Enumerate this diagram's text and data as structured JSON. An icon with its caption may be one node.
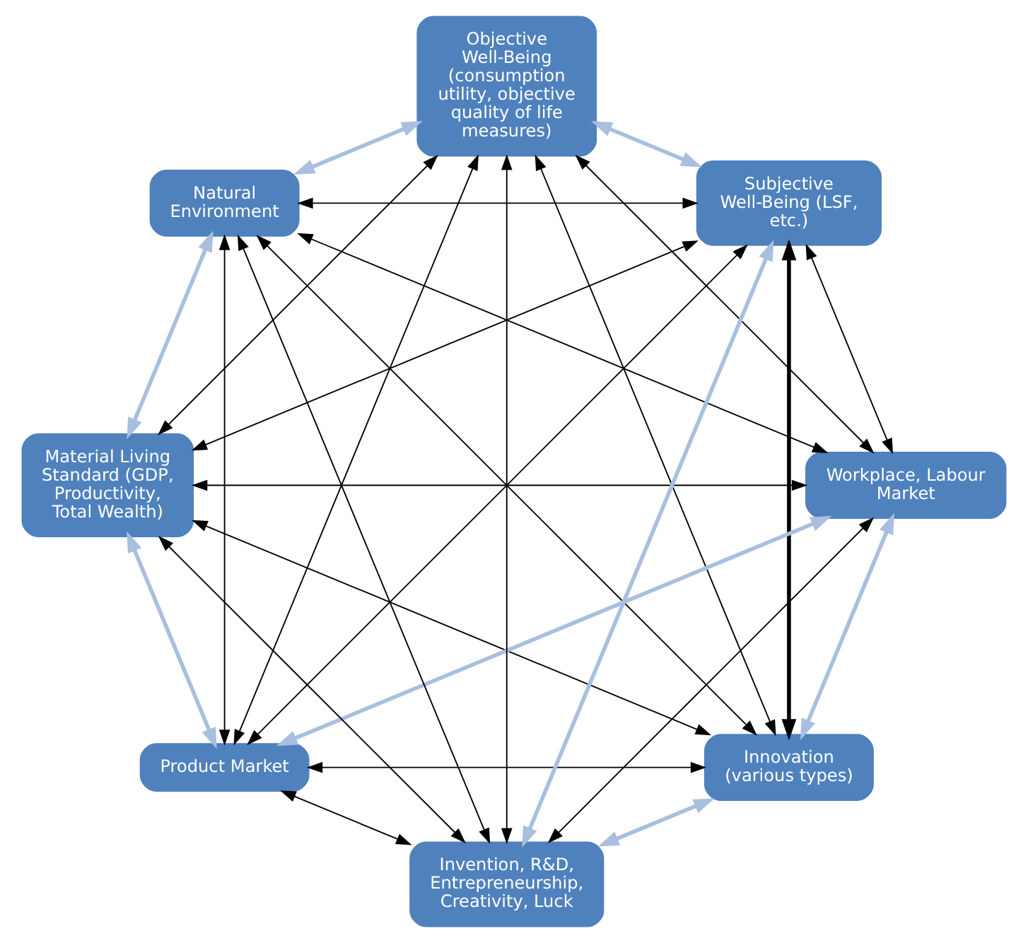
{
  "diagram": {
    "nodes": [
      {
        "text": [
          "Innovation",
          "(various types)"
        ]
      },
      {
        "text": [
          "Invention, R&D, Entrepreneurship, Creativity, Luck"
        ]
      },
      {
        "text": [
          "Workplace, Labour Market"
        ]
      },
      {
        "text": [
          "Subjective Well-Being (LSF,  etc.)"
        ]
      },
      {
        "text": [
          "Product Market"
        ]
      },
      {
        "text": [
          "Objective  Well-Being  (consumption utility, objective quality of life measures)"
        ]
      },
      {
        "text": [
          "Material Living Standard (GDP, Productivity, Total Wealth)"
        ]
      },
      {
        "text": [
          "Natural Environment"
        ]
      }
    ],
    "edges": [
      {
        "from": 0,
        "to": 2,
        "arrow": "both",
        "style": "thick",
        "color": "#a9bfdf"
      },
      {
        "from": 2,
        "to": 4,
        "arrow": "both",
        "style": "thick",
        "color": "#a9bfdf"
      },
      {
        "from": 4,
        "to": 6,
        "arrow": "both",
        "style": "thick",
        "color": "#a9bfdf"
      },
      {
        "from": 6,
        "to": 7,
        "arrow": "both",
        "style": "thick",
        "color": "#a9bfdf"
      },
      {
        "from": 7,
        "to": 5,
        "arrow": "both",
        "style": "thick",
        "color": "#a9bfdf"
      },
      {
        "from": 5,
        "to": 3,
        "arrow": "both",
        "style": "thick",
        "color": "#a9bfdf"
      },
      {
        "from": 3,
        "to": 1,
        "arrow": "both",
        "style": "thick",
        "color": "#a9bfdf"
      },
      {
        "from": 1,
        "to": 0,
        "arrow": "both",
        "style": "thick",
        "color": "#a9bfdf"
      },
      {
        "from": 0,
        "to": 3,
        "arrow": "both",
        "style": "thick"
      },
      {
        "from": 0,
        "to": 4,
        "arrow": "both"
      },
      {
        "from": 0,
        "to": 5,
        "arrow": "both"
      },
      {
        "from": 0,
        "to": 6,
        "arrow": "both"
      },
      {
        "from": 0,
        "to": 7,
        "arrow": "both"
      },
      {
        "from": 1,
        "to": 2,
        "arrow": "both"
      },
      {
        "from": 1,
        "to": 4,
        "arrow": "both"
      },
      {
        "from": 1,
        "to": 5,
        "arrow": "both"
      },
      {
        "from": 1,
        "to": 6,
        "arrow": "both"
      },
      {
        "from": 1,
        "to": 7,
        "arrow": "both"
      },
      {
        "from": 2,
        "to": 3,
        "arrow": "both"
      },
      {
        "from": 2,
        "to": 5,
        "arrow": "both"
      },
      {
        "from": 2,
        "to": 6,
        "arrow": "both"
      },
      {
        "from": 2,
        "to": 7,
        "arrow": "both"
      },
      {
        "from": 3,
        "to": 4,
        "arrow": "both"
      },
      {
        "from": 3,
        "to": 6,
        "arrow": "both"
      },
      {
        "from": 3,
        "to": 7,
        "arrow": "both"
      },
      {
        "from": 4,
        "to": 5,
        "arrow": "both"
      },
      {
        "from": 4,
        "to": 7,
        "arrow": "both"
      },
      {
        "from": 5,
        "to": 6,
        "arrow": "both"
      }
    ]
  }
}
